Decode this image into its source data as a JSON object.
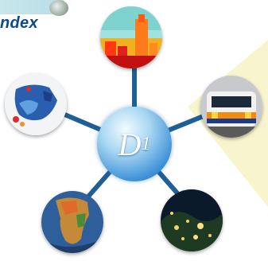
{
  "header": {
    "title": "ndex"
  },
  "hub": {
    "symbol": "D",
    "subscript": "1"
  },
  "colors": {
    "title": "#0d4b86",
    "hub": "#3c8fd6",
    "spokes": "#1f5f98",
    "beam": "#f6f2c2"
  },
  "nodes": [
    {
      "image": "thermal-city-image"
    },
    {
      "image": "train-image"
    },
    {
      "image": "night-earth-image"
    },
    {
      "image": "globe-africa-image"
    },
    {
      "image": "europe-map-image"
    }
  ]
}
